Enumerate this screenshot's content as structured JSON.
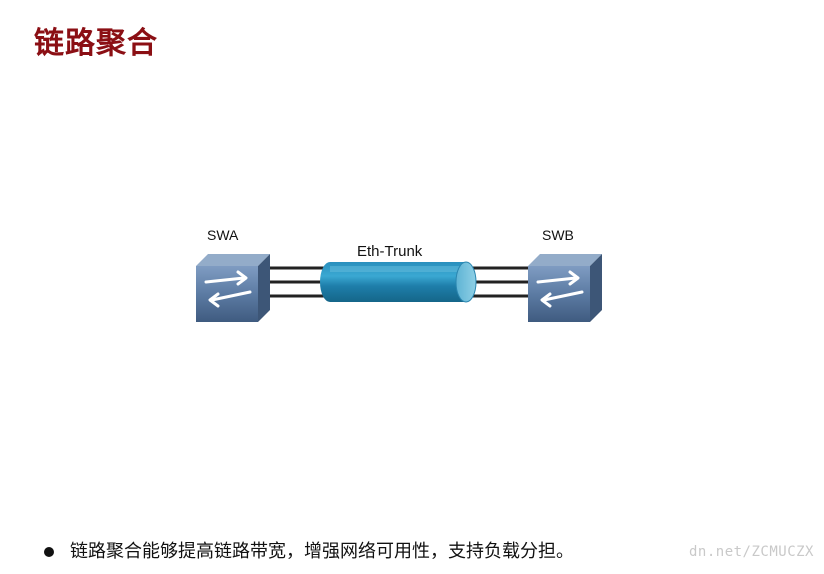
{
  "slide": {
    "title": "链路聚合"
  },
  "diagram": {
    "left_switch_label": "SWA",
    "right_switch_label": "SWB",
    "trunk_label": "Eth-Trunk",
    "link_count": 3,
    "colors": {
      "switch_face": "#5f7fa7",
      "switch_side": "#3d5677",
      "trunk_body": "#1f7fab",
      "trunk_end": "#79c4de",
      "link": "#222222"
    }
  },
  "bullet": {
    "text": "链路聚合能够提高链路带宽，增强网络可用性，支持负载分担。"
  },
  "watermark": {
    "text": "dn.net/ZCMUCZX"
  }
}
